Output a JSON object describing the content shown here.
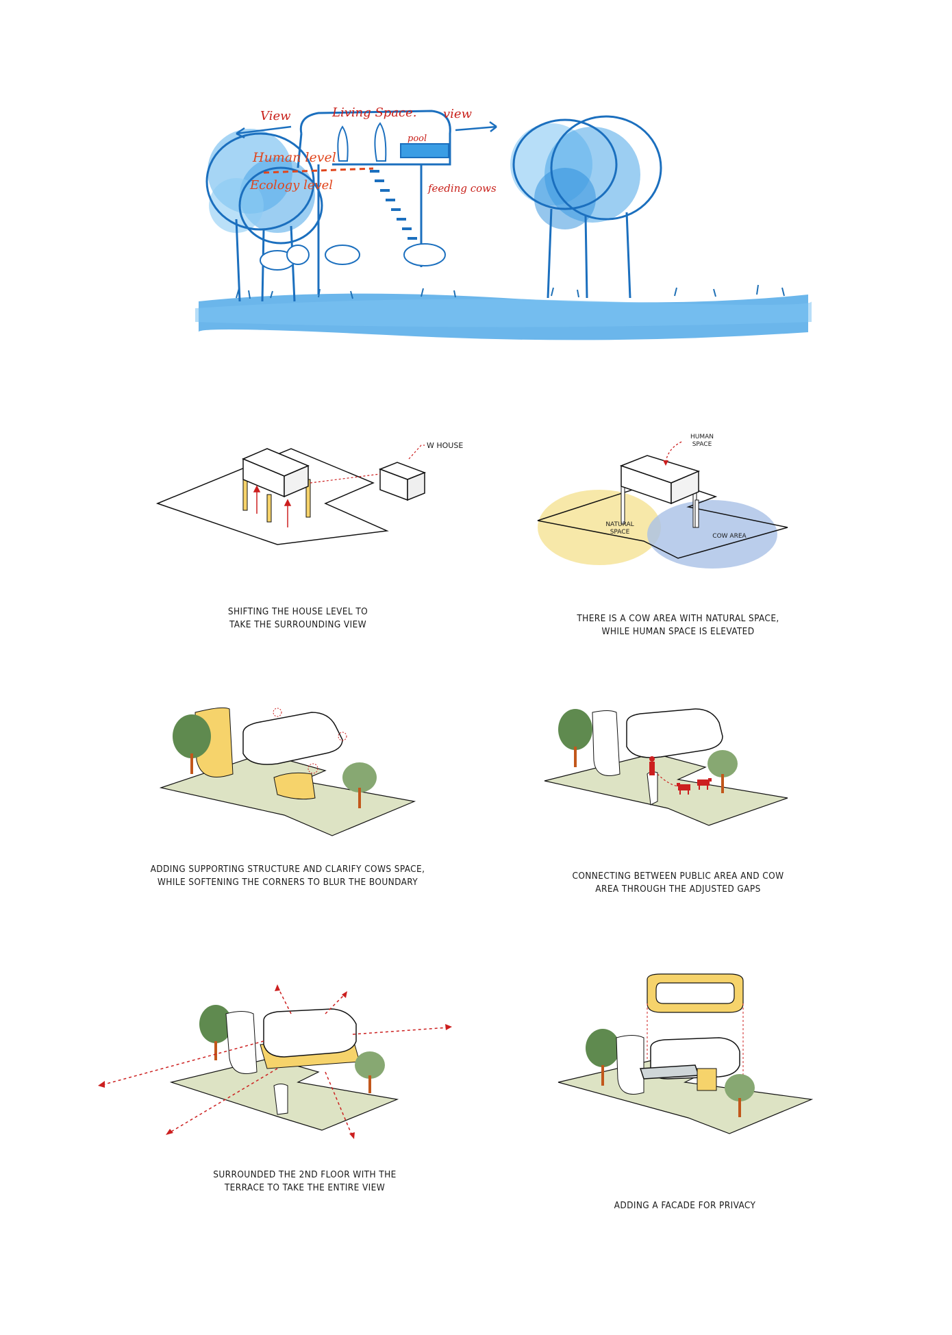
{
  "sketch": {
    "label_view_left": "View",
    "label_living_space": "Living Space.",
    "label_view_right": "view",
    "label_human_level": "Human level",
    "label_ecology_level": "Ecology level",
    "label_pool": "pool",
    "label_feeding_cows": "feeding cows"
  },
  "step1": {
    "label_w_house": "W HOUSE",
    "caption": "SHIFTING THE HOUSE LEVEL TO\nTAKE THE SURROUNDING VIEW"
  },
  "step2": {
    "label_human_space": "HUMAN\nSPACE",
    "label_natural_space": "NATURAL\nSPACE",
    "label_cow_area": "COW AREA",
    "caption": "THERE IS A COW AREA WITH NATURAL SPACE,\nWHILE HUMAN SPACE IS ELEVATED"
  },
  "step3": {
    "caption": "ADDING SUPPORTING STRUCTURE AND CLARIFY COWS SPACE,\nWHILE SOFTENING THE CORNERS TO BLUR THE BOUNDARY"
  },
  "step4": {
    "caption": "CONNECTING BETWEEN PUBLIC AREA AND COW\nAREA THROUGH THE ADJUSTED GAPS"
  },
  "step5": {
    "caption": "SURROUNDED THE 2ND FLOOR WITH THE\nTERRACE TO TAKE THE ENTIRE VIEW"
  },
  "step6": {
    "caption": "ADDING A FACADE FOR PRIVACY"
  },
  "colors": {
    "sketch_blue": "#2f8fd8",
    "handwriting_red": "#e0451c",
    "yellow": "#f6d36b",
    "ground_green": "#dde3c4",
    "tree_green": "#5f8a4f",
    "arrow_red": "#cc1f1f",
    "cow_area_blue": "#9fb6e0"
  }
}
